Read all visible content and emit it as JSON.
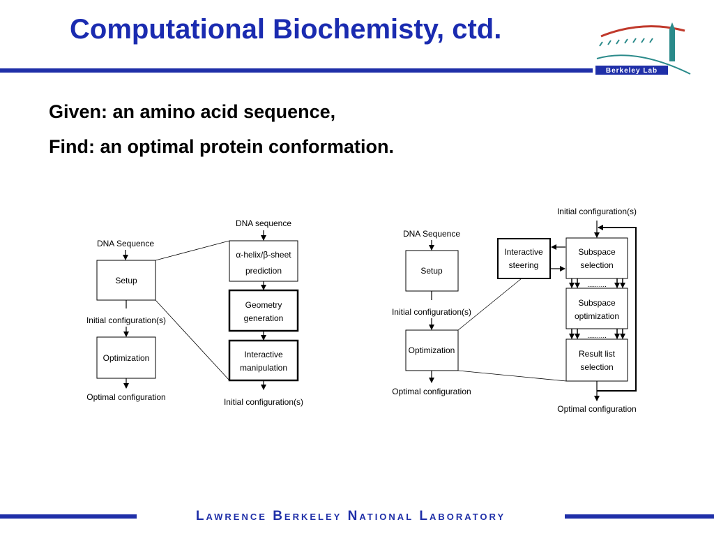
{
  "header": {
    "title": "Computational Biochemisty, ctd.",
    "logo_text": "Berkeley Lab"
  },
  "body": {
    "line1": "Given: an amino acid sequence,",
    "line2": "Find: an optimal protein conformation."
  },
  "diagram_left": {
    "dna_sequence_label": "DNA Sequence",
    "setup_box": "Setup",
    "initial_config_label": "Initial configuration(s)",
    "optimization_box": "Optimization",
    "optimal_config_label": "Optimal configuration",
    "detail_top_label": "DNA sequence",
    "helix_box_line1": "α-helix/β-sheet",
    "helix_box_line2": "prediction",
    "geometry_box_line1": "Geometry",
    "geometry_box_line2": "generation",
    "interactive_box_line1": "Interactive",
    "interactive_box_line2": "manipulation",
    "detail_bottom_label": "Initial configuration(s)"
  },
  "diagram_right": {
    "dna_sequence_label": "DNA Sequence",
    "setup_box": "Setup",
    "initial_config_label": "Initial configuration(s)",
    "optimization_box": "Optimization",
    "optimal_config_label": "Optimal configuration",
    "top_label": "Initial configuration(s)",
    "steering_box_line1": "Interactive",
    "steering_box_line2": "steering",
    "subspace_selection_line1": "Subspace",
    "subspace_selection_line2": "selection",
    "subspace_optimization_line1": "Subspace",
    "subspace_optimization_line2": "optimization",
    "result_list_line1": "Result list",
    "result_list_line2": "selection",
    "dots": "..........",
    "bottom_label": "Optimal configuration"
  },
  "footer": {
    "text": "Lawrence Berkeley National Laboratory"
  },
  "colors": {
    "title": "#1a2bb0",
    "rule": "#1f2fa8",
    "logo_red": "#c0392b",
    "logo_teal": "#2a8a8a"
  }
}
